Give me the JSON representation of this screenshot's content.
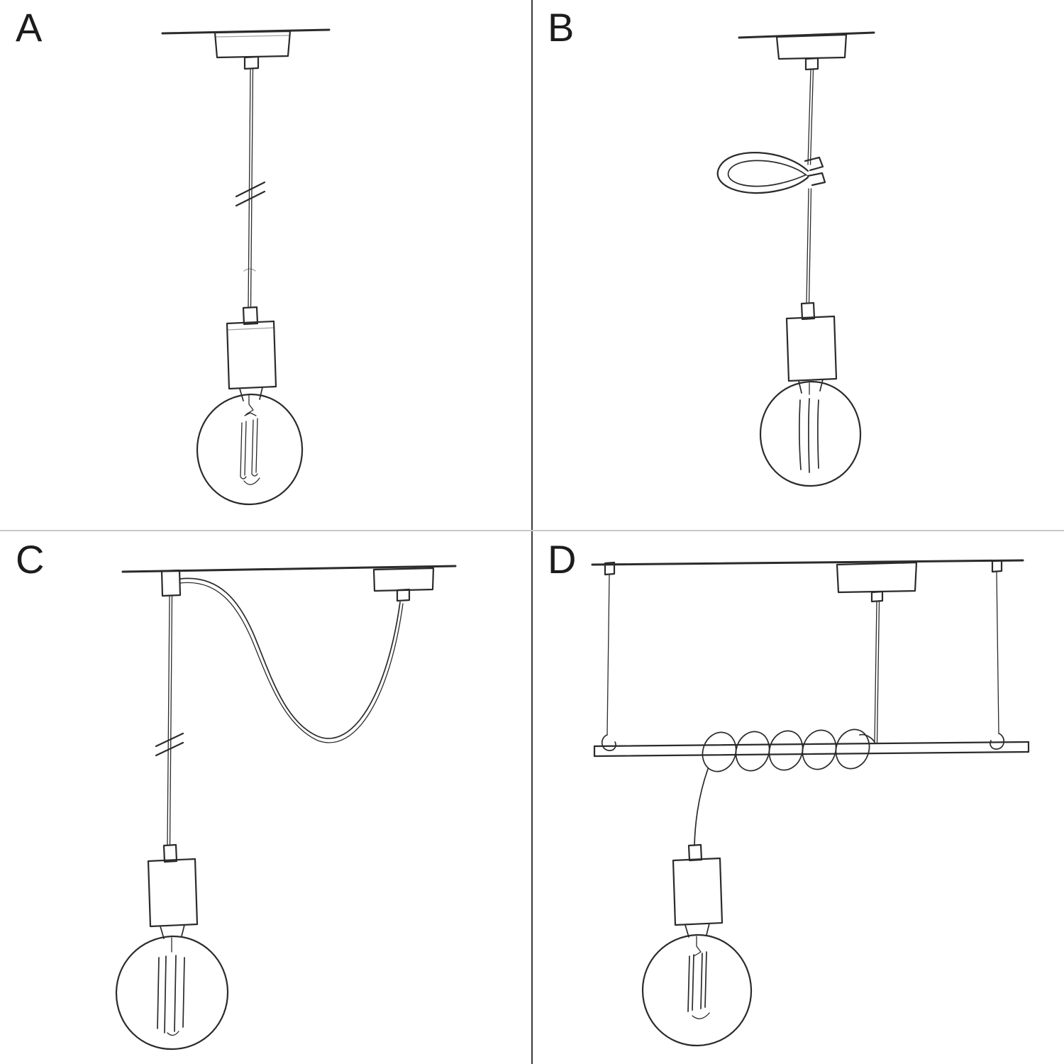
{
  "colors": {
    "ink": "#2b2b2b",
    "divider_dark": "#3a3a3a",
    "divider_light": "#c8c8c8",
    "paper": "#ffffff"
  },
  "panels": [
    {
      "label": "A",
      "name": "pendant-straight-cable-sketch"
    },
    {
      "label": "B",
      "name": "pendant-cable-with-loop-clip-sketch"
    },
    {
      "label": "C",
      "name": "pendant-swag-two-ceiling-points-sketch"
    },
    {
      "label": "D",
      "name": "pendant-cable-coiled-on-suspended-bar-sketch"
    }
  ]
}
